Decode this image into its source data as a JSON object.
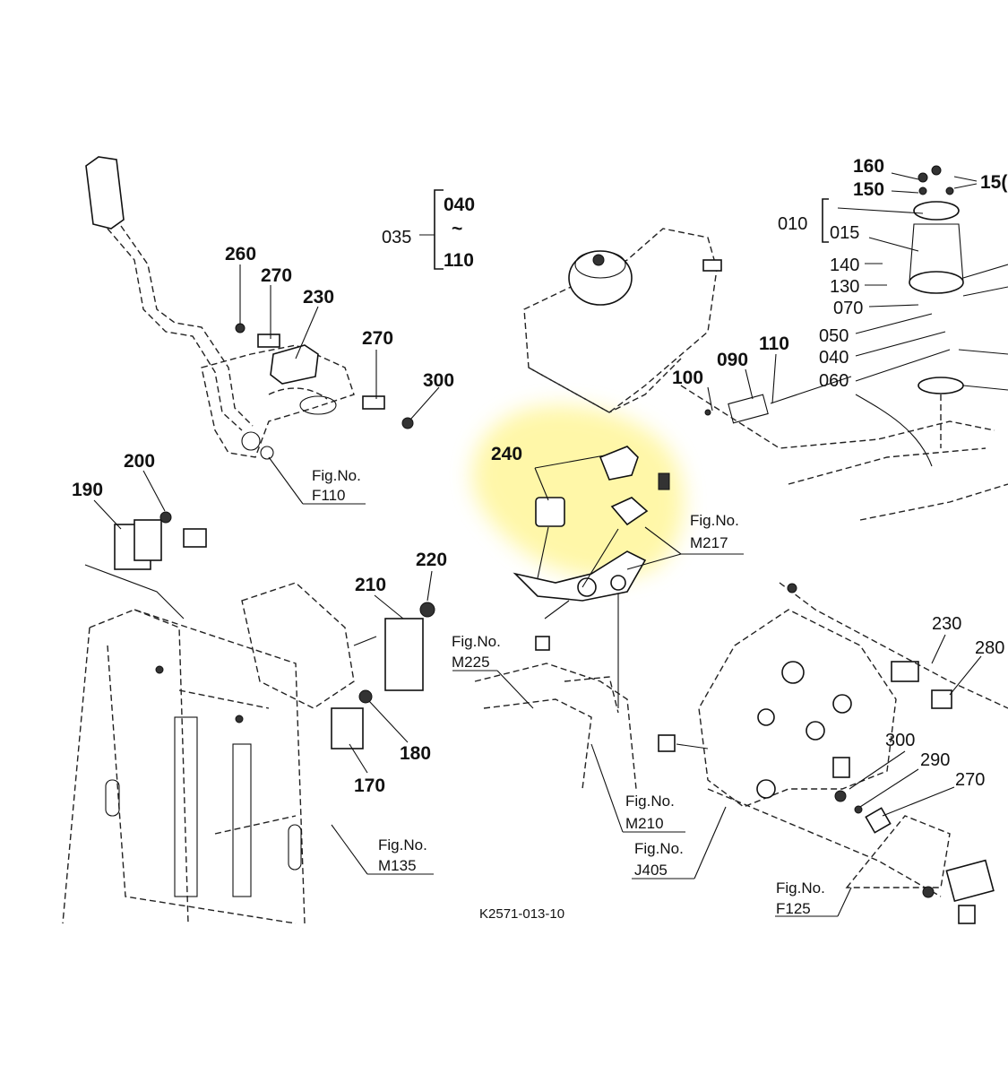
{
  "diagram": {
    "drawing_code": "K2571-013-10",
    "highlight_color": "#fff37a",
    "part_labels": {
      "p035": "035",
      "p040": "040",
      "tilde": "~",
      "p110_range": "110",
      "p260": "260",
      "p270_left": "270",
      "p230_left": "230",
      "p270_mid": "270",
      "p300_left": "300",
      "p200": "200",
      "p190": "190",
      "p210": "210",
      "p220": "220",
      "p180": "180",
      "p170": "170",
      "p240": "240",
      "p100": "100",
      "p090": "090",
      "p110": "110",
      "p160": "160",
      "p150_a": "150",
      "p150_b": "15(",
      "p010": "010",
      "p015": "015",
      "p140": "140",
      "p130": "130",
      "p070": "070",
      "p050": "050",
      "p040_right": "040",
      "p060": "060",
      "p230_right": "230",
      "p280": "280",
      "p300_right": "300",
      "p290": "290",
      "p270_right": "270"
    },
    "fig_refs": {
      "f110_label": "Fig.No.",
      "f110_value": "F110",
      "m217_label": "Fig.No.",
      "m217_value": "M217",
      "m225_label": "Fig.No.",
      "m225_value": "M225",
      "m135_label": "Fig.No.",
      "m135_value": "M135",
      "m210_label": "Fig.No.",
      "m210_value": "M210",
      "j405_label": "Fig.No.",
      "j405_value": "J405",
      "f125_label": "Fig.No.",
      "f125_value": "F125"
    }
  }
}
